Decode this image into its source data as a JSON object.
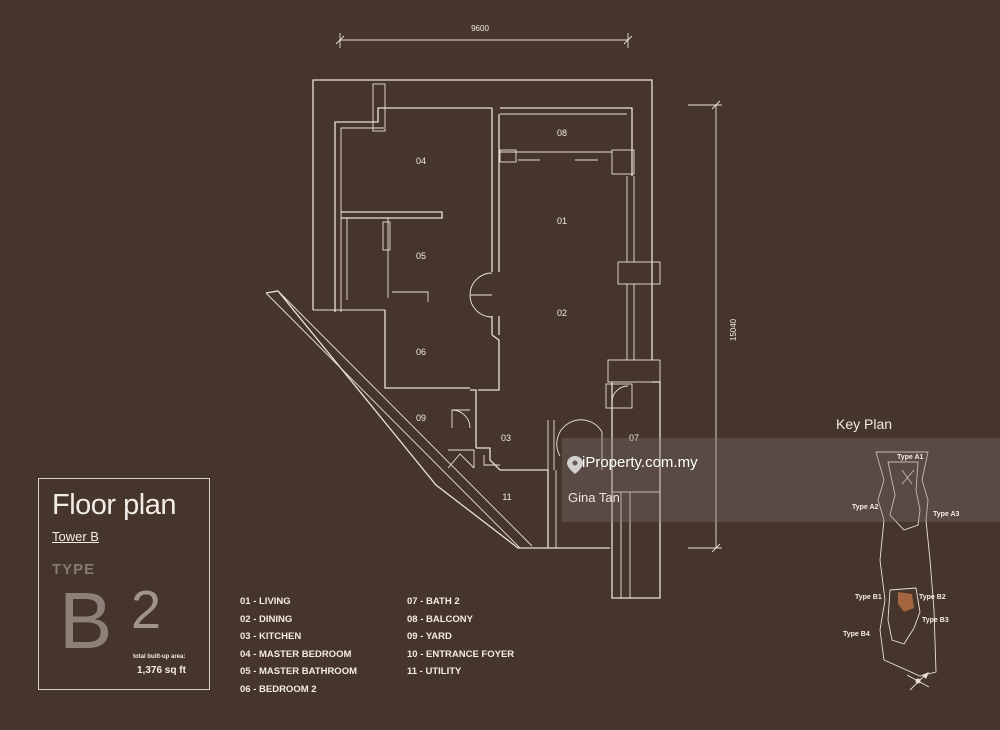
{
  "dimensions": {
    "width_label": "9600",
    "height_label": "15040"
  },
  "rooms": {
    "r01": "01",
    "r02": "02",
    "r03": "03",
    "r04": "04",
    "r05": "05",
    "r06": "06",
    "r07": "07",
    "r08": "08",
    "r09": "09",
    "r11": "11"
  },
  "info": {
    "title": "Floor plan",
    "tower": "Tower B",
    "type_label": "TYPE",
    "type_letter": "B",
    "type_number": "2",
    "area_label": "total built-up area:",
    "area_value": "1,376 sq ft"
  },
  "legend": {
    "col1": [
      "01 - LIVING",
      "02 - DINING",
      "03 - KITCHEN",
      "04 - MASTER BEDROOM",
      "05 - MASTER BATHROOM",
      "06 - BEDROOM 2"
    ],
    "col2": [
      "07 - BATH 2",
      "08 - BALCONY",
      "09 - YARD",
      "10 - ENTRANCE FOYER",
      "11 - UTILITY"
    ]
  },
  "key_plan": {
    "title": "Key Plan",
    "labels": {
      "a1": "Type A1",
      "a2": "Type A2",
      "a3": "Type A3",
      "b1": "Type B1",
      "b2": "Type B2",
      "b3": "Type B3",
      "b4": "Type B4"
    },
    "highlight_color": "#a4663e"
  },
  "watermark": {
    "logo": "iProperty.com.my",
    "agent": "Gina Tan"
  },
  "colors": {
    "background": "#46352b",
    "lines": "#e9e1d8"
  },
  "icons": [
    "pin-icon",
    "compass-icon"
  ]
}
